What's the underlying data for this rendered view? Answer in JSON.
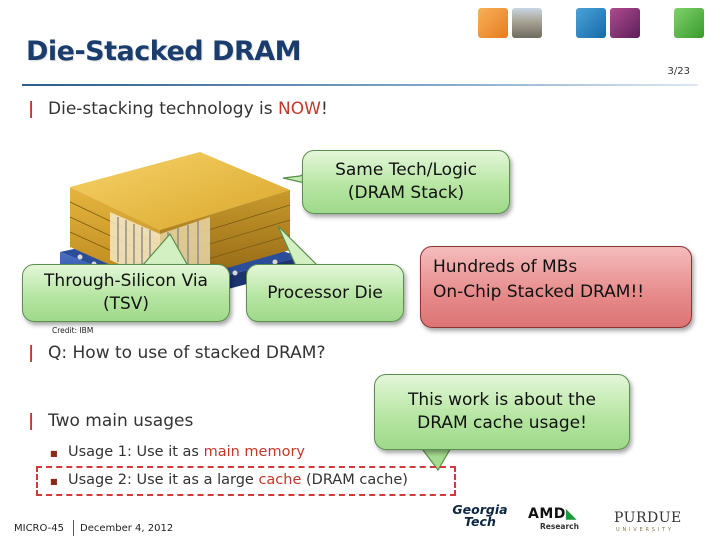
{
  "slide": {
    "title": "Die-Stacked DRAM",
    "page_number": "3/23"
  },
  "bullets": {
    "b1_prefix": "Die-stacking technology is ",
    "b1_highlight": "NOW",
    "b1_suffix": "!",
    "b2": "Q: How to use of stacked DRAM?",
    "b3": "Two main usages",
    "sub1_prefix": "Usage 1: Use it as ",
    "sub1_highlight": "main memory",
    "sub2_prefix": "Usage 2: Use it as a large ",
    "sub2_highlight": "cache",
    "sub2_suffix": " (DRAM cache)"
  },
  "callouts": {
    "same_tech_line1": "Same Tech/Logic",
    "same_tech_line2": "(DRAM Stack)",
    "tsv_line1": "Through-Silicon Via",
    "tsv_line2": "(TSV)",
    "processor": "Processor Die",
    "hundreds_line1": "Hundreds of MBs",
    "hundreds_line2": "On-Chip Stacked DRAM!!",
    "this_work_line1": "This work is about the",
    "this_work_line2": "DRAM cache usage!"
  },
  "credit": "Credit: IBM",
  "footer": {
    "conference": "MICRO-45",
    "date": "December 4, 2012",
    "logo_gt_line1": "Georgia",
    "logo_gt_line2": "Tech",
    "logo_amd": "AMD",
    "logo_amd_sub": "Research",
    "logo_purdue": "PURDUE",
    "logo_purdue_sub": "UNIVERSITY"
  },
  "colors": {
    "title": "#1a3d6e",
    "accent_red": "#c0392b",
    "callout_green": "#b7e6a3",
    "callout_red": "#e68a8a",
    "chip_gold": "#d9a62a",
    "substrate_blue": "#2b4d9a"
  }
}
